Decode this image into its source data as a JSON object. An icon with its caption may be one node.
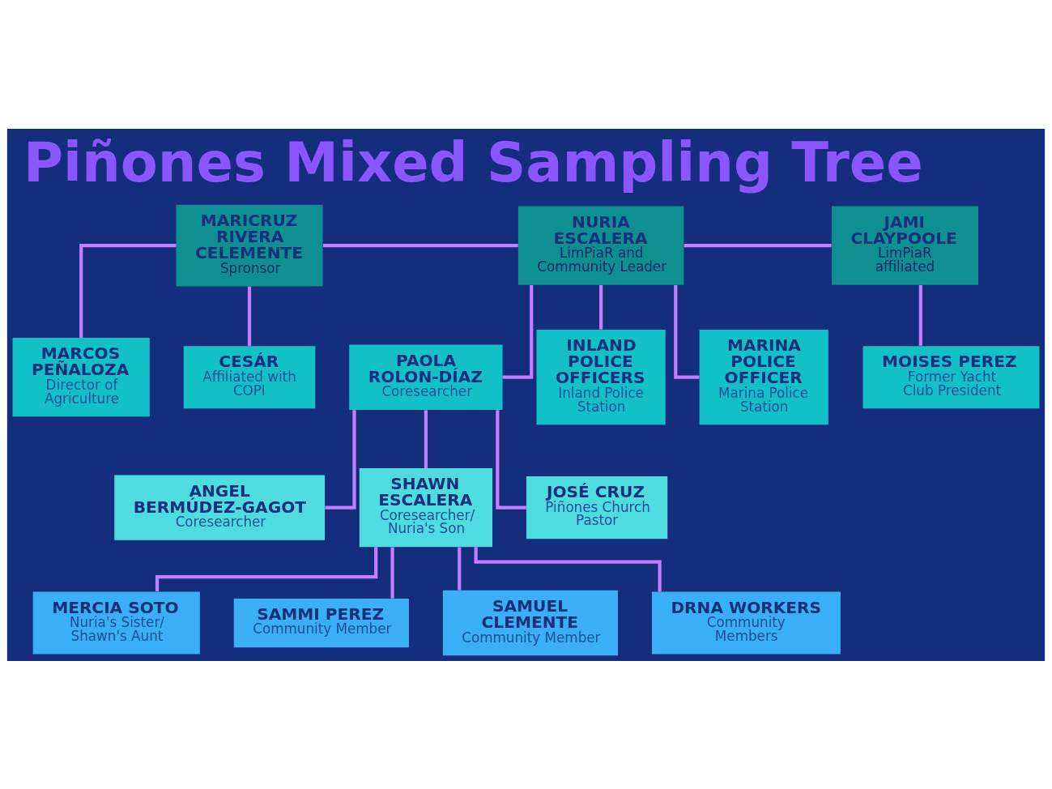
{
  "diagram": {
    "title": "Piñones Mixed Sampling Tree",
    "nodes": [
      {
        "text": [
          "MARICRUZ RIVERA CELEMENTE",
          "Spronsor"
        ]
      },
      {
        "text": [
          "NURIA ESCALERA",
          "LimPiaR and Community Leader"
        ]
      },
      {
        "text": [
          "JAMI CLAYPOOLE",
          "LimPiaR affiliated"
        ]
      },
      {
        "text": [
          "MOISES PEREZ",
          "Former Yacht Club President"
        ]
      },
      {
        "text": [
          "MARCOS PEÑALOZA",
          "Director of Agriculture"
        ]
      },
      {
        "text": [
          "CESÁR",
          "Affiliated with COPI"
        ]
      },
      {
        "text": [
          "PAOLA ROLON-DÍAZ",
          "Coresearcher"
        ]
      },
      {
        "text": [
          "INLAND POLICE OFFICERS",
          "Inland Police Station"
        ]
      },
      {
        "text": [
          "MARINA POLICE OFFICER",
          "Marina Police Station"
        ]
      },
      {
        "text": [
          "ANGEL BERMÚDEZ-GAGOT",
          "Coresearcher"
        ]
      },
      {
        "text": [
          "SHAWN ESCALERA",
          "Coresearcher/ Nuria's Son"
        ]
      },
      {
        "text": [
          "JOSÉ CRUZ",
          "Piñones Church Pastor"
        ]
      },
      {
        "text": [
          "MERCIA SOTO",
          "Nuria's Sister/ Shawn's Aunt"
        ]
      },
      {
        "text": [
          "SAMMI PEREZ",
          "Community Member"
        ]
      },
      {
        "text": [
          "SAMUEL CLEMENTE",
          "Community Member"
        ]
      },
      {
        "text": [
          "DRNA WORKERS",
          "Community Members"
        ]
      }
    ],
    "edges": [
      {
        "from": 0,
        "to": 1,
        "arrow": "none"
      },
      {
        "from": 1,
        "to": 2,
        "arrow": "none"
      },
      {
        "from": 0,
        "to": 4,
        "arrow": "none"
      },
      {
        "from": 0,
        "to": 5,
        "arrow": "none"
      },
      {
        "from": 1,
        "to": 6,
        "arrow": "none"
      },
      {
        "from": 1,
        "to": 7,
        "arrow": "none"
      },
      {
        "from": 1,
        "to": 8,
        "arrow": "none"
      },
      {
        "from": 2,
        "to": 3,
        "arrow": "none"
      },
      {
        "from": 6,
        "to": 9,
        "arrow": "none"
      },
      {
        "from": 6,
        "to": 10,
        "arrow": "none"
      },
      {
        "from": 6,
        "to": 11,
        "arrow": "none"
      },
      {
        "from": 10,
        "to": 12,
        "arrow": "none"
      },
      {
        "from": 10,
        "to": 13,
        "arrow": "none"
      },
      {
        "from": 10,
        "to": 14,
        "arrow": "none"
      },
      {
        "from": 10,
        "to": 15,
        "arrow": "none"
      }
    ]
  }
}
